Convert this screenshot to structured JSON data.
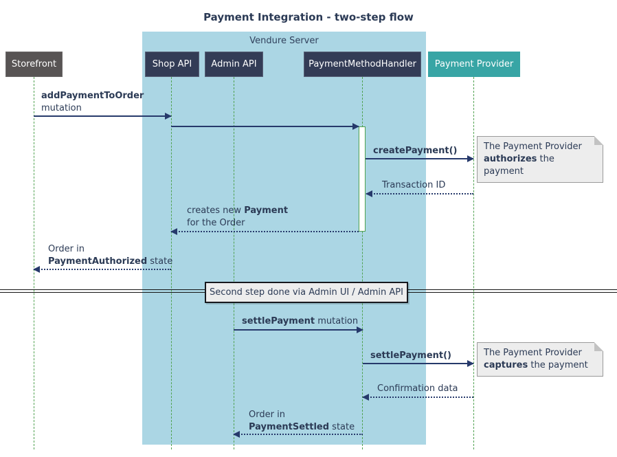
{
  "title": "Payment Integration - two-step flow",
  "frame": {
    "label": "Vendure Server"
  },
  "participants": [
    {
      "id": "storefront",
      "label": "Storefront"
    },
    {
      "id": "shop-api",
      "label": "Shop API"
    },
    {
      "id": "admin-api",
      "label": "Admin API"
    },
    {
      "id": "payment-method-handler",
      "label": "PaymentMethodHandler"
    },
    {
      "id": "payment-provider",
      "label": "Payment Provider"
    }
  ],
  "colors": {
    "frame_bg": "#abd6e4",
    "participant_bg": "#333c56",
    "storefront_bg": "#585454",
    "provider_bg": "#38a5a5",
    "lifeline_green": "#4fa14f",
    "arrow_navy": "#26396b",
    "note_bg": "#ededed"
  },
  "messages": {
    "add_payment": {
      "bold": "addPaymentToOrder",
      "rest": "mutation"
    },
    "create_payment": {
      "bold": "createPayment()"
    },
    "transaction_id": {
      "text": "Transaction ID"
    },
    "creates_payment": {
      "pre": "creates new ",
      "bold": "Payment",
      "line2": "for the Order"
    },
    "order_authorized": {
      "line1": "Order in",
      "bold": "PaymentAuthorized",
      "rest": " state"
    },
    "settle_payment_mutation": {
      "bold": "settlePayment",
      "rest": " mutation"
    },
    "settle_payment_call": {
      "bold": "settlePayment()"
    },
    "confirmation": {
      "text": "Confirmation data"
    },
    "order_settled": {
      "line1": "Order in",
      "bold": "PaymentSettled",
      "rest": " state"
    }
  },
  "divider": {
    "label": "Second step done via Admin UI / Admin API"
  },
  "notes": {
    "authorize": {
      "line1": "The Payment Provider",
      "bold": "authorizes",
      "rest": " the payment"
    },
    "capture": {
      "line1": "The Payment Provider",
      "bold": "captures",
      "rest": " the payment"
    }
  }
}
